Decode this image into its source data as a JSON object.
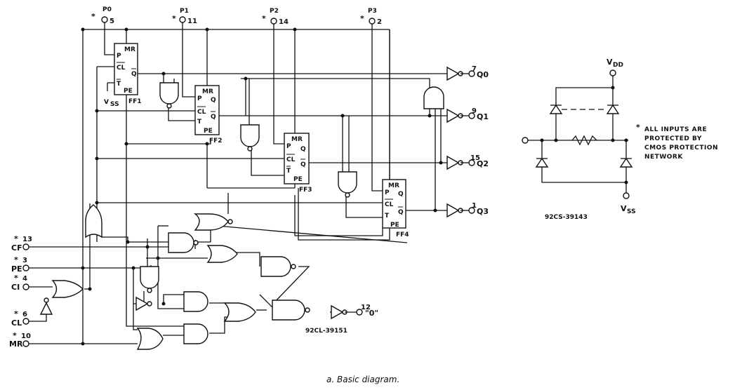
{
  "preset_inputs": [
    {
      "name": "P0",
      "pin": "5"
    },
    {
      "name": "P1",
      "pin": "11"
    },
    {
      "name": "P2",
      "pin": "14"
    },
    {
      "name": "P3",
      "pin": "2"
    }
  ],
  "left_inputs": [
    {
      "name": "CF",
      "pin": "13"
    },
    {
      "name": "PE",
      "pin": "3"
    },
    {
      "name": "CI",
      "pin": "4"
    },
    {
      "name": "CL",
      "pin": "6"
    },
    {
      "name": "MR",
      "pin": "10"
    }
  ],
  "outputs": [
    {
      "name": "Q0",
      "pin": "7"
    },
    {
      "name": "Q1",
      "pin": "9"
    },
    {
      "name": "Q2",
      "pin": "15"
    },
    {
      "name": "Q3",
      "pin": "1"
    }
  ],
  "zero_output": {
    "pin": "12",
    "label": "\"0\""
  },
  "asterisk": "*",
  "flip_flops": [
    {
      "name": "FF1",
      "mr": "MR",
      "p": "P",
      "cl": "CL",
      "t": "T",
      "pe": "PE",
      "q": "Q"
    },
    {
      "name": "FF2",
      "mr": "MR",
      "p": "P",
      "cl": "CL",
      "t": "T",
      "pe": "PE",
      "q": "Q",
      "qbar": "Q"
    },
    {
      "name": "FF3",
      "mr": "MR",
      "p": "P",
      "cl": "CL",
      "t": "T",
      "pe": "PE",
      "q": "Q",
      "qbar": "Q"
    },
    {
      "name": "FF4",
      "mr": "MR",
      "p": "P",
      "cl": "CL",
      "t": "T",
      "pe": "PE",
      "q": "Q",
      "qbar": "Q"
    }
  ],
  "vss_ff1": "SS",
  "main_diagram_code": "92CL-39151",
  "protection": {
    "vdd_label": "DD",
    "vss_label": "SS",
    "code": "92CS-39143",
    "note_lines": [
      "ALL INPUTS ARE",
      "PROTECTED BY",
      "CMOS PROTECTION",
      "NETWORK"
    ]
  },
  "caption": "a. Basic diagram."
}
